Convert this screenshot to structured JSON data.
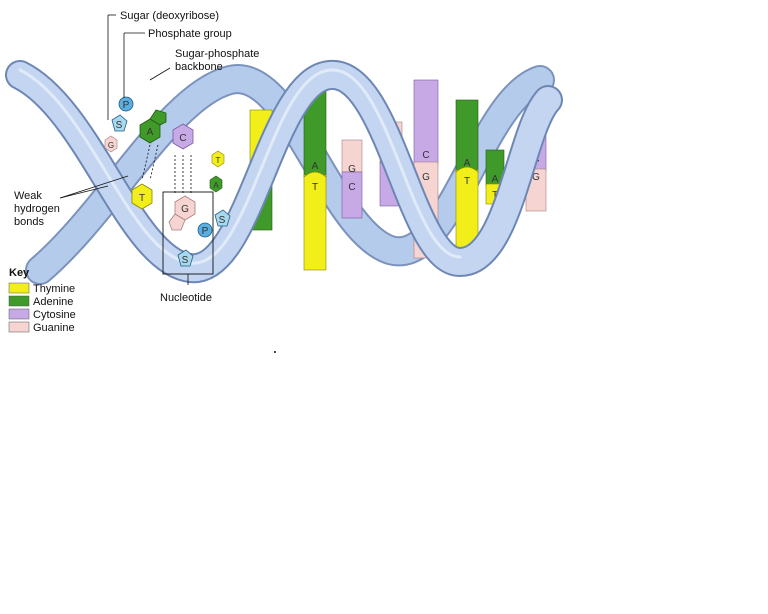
{
  "labels": {
    "sugar": "Sugar (deoxyribose)",
    "phosphate": "Phosphate group",
    "backbone_1": "Sugar-phosphate",
    "backbone_2": "backbone",
    "weak_1": "Weak",
    "weak_2": "hydrogen",
    "weak_3": "bonds",
    "nucleotide": "Nucleotide"
  },
  "key": {
    "title": "Key",
    "items": [
      {
        "label": "Thymine",
        "color": "#f2ee1a"
      },
      {
        "label": "Adenine",
        "color": "#3f9a2a"
      },
      {
        "label": "Cytosine",
        "color": "#c7a9e6"
      },
      {
        "label": "Guanine",
        "color": "#f5d4d2"
      }
    ]
  },
  "glyphs": {
    "P": "P",
    "S": "S",
    "A": "A",
    "T": "T",
    "C": "C",
    "G": "G"
  },
  "colors": {
    "backbone": "#a9c2e8",
    "backbone_edge": "#6d87b5",
    "thymine": "#f2ee1a",
    "adenine": "#3f9a2a",
    "cytosine": "#c7a9e6",
    "guanine": "#f5d4d2",
    "phosphate": "#5aaee0",
    "sugar": "#a8d8ec"
  }
}
